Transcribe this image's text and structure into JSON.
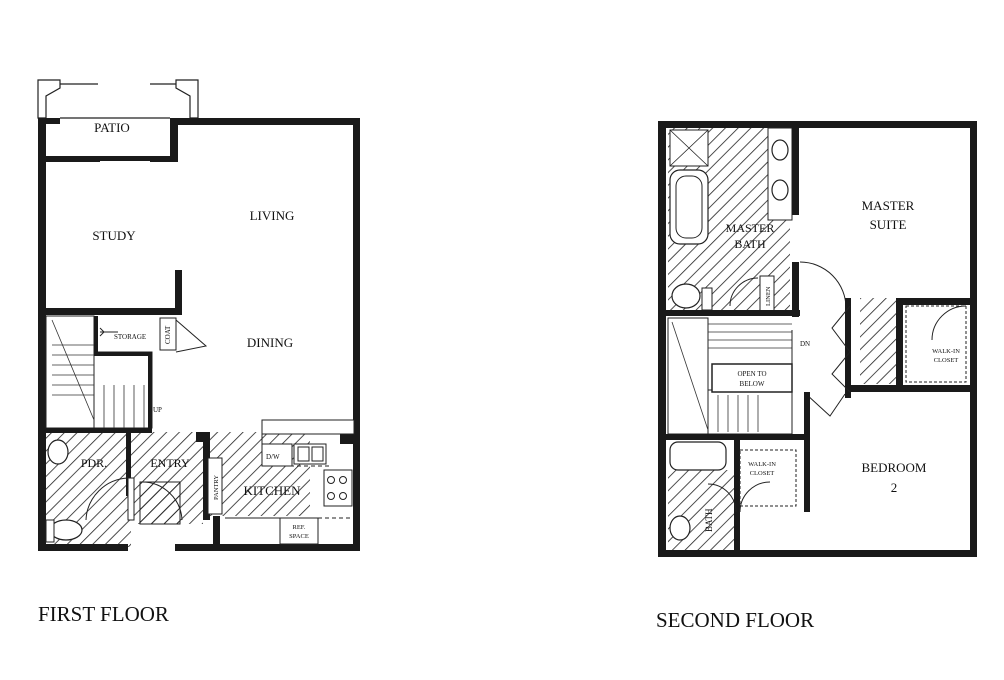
{
  "first_floor": {
    "title": "FIRST FLOOR",
    "rooms": {
      "patio": "PATIO",
      "study": "STUDY",
      "living": "LIVING",
      "dining": "DINING",
      "storage": "STORAGE",
      "coat": "COAT",
      "up": "UP",
      "pdr": "PDR.",
      "entry": "ENTRY",
      "pantry": "PANTRY",
      "kitchen": "KITCHEN",
      "dw": "D/W",
      "ref": "REF.",
      "space": "SPACE"
    }
  },
  "second_floor": {
    "title": "SECOND FLOOR",
    "rooms": {
      "master_bath_1": "MASTER",
      "master_bath_2": "BATH",
      "master_suite_1": "MASTER",
      "master_suite_2": "SUITE",
      "linen": "LINEN",
      "dn": "DN",
      "open_to_1": "OPEN TO",
      "open_to_2": "BELOW",
      "walkin_1a": "WALK-IN",
      "walkin_1b": "CLOSET",
      "walkin_2a": "WALK-IN",
      "walkin_2b": "CLOSET",
      "bedroom_1": "BEDROOM",
      "bedroom_2": "2",
      "bath": "BATH"
    }
  }
}
